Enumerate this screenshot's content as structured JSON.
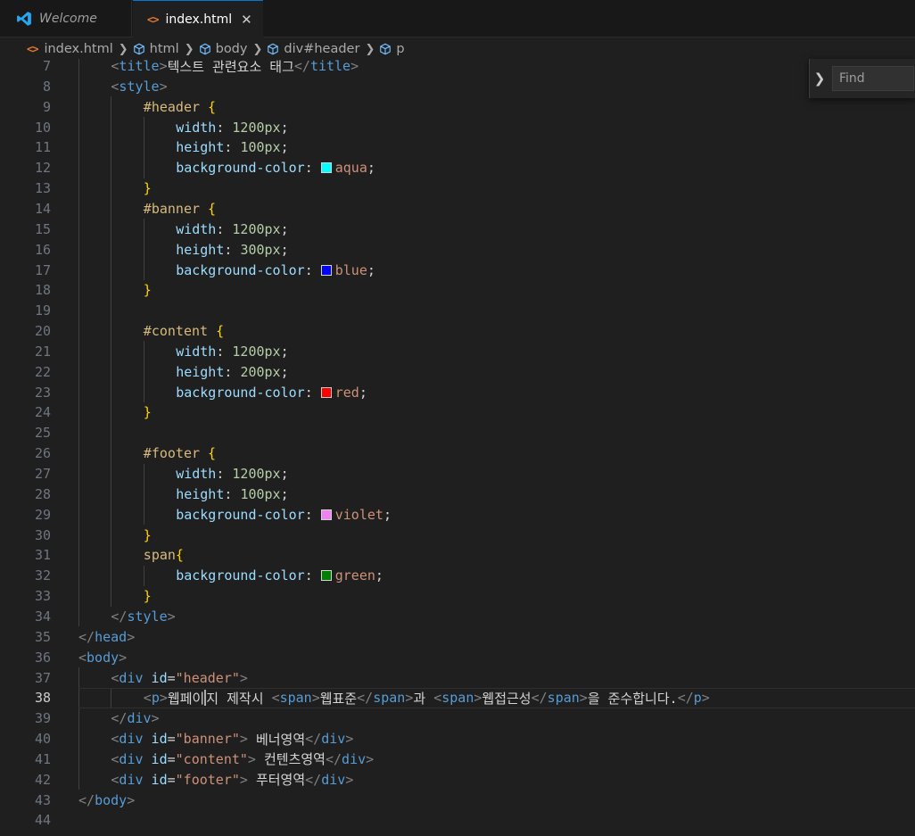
{
  "tabs": [
    {
      "label": "Welcome",
      "active": false
    },
    {
      "label": "index.html",
      "active": true,
      "close": "✕"
    }
  ],
  "breadcrumb": [
    "index.html",
    "html",
    "body",
    "div#header",
    "p"
  ],
  "find": {
    "placeholder": "Find"
  },
  "colors": {
    "accent": "#0078d4",
    "aqua": "#00ffff",
    "blue": "#0000ff",
    "red": "#ff0000",
    "violet": "#ee82ee",
    "green": "#008000"
  },
  "editor": {
    "current_line": 38,
    "lines": [
      {
        "n": 7,
        "indent": 1,
        "tokens": [
          [
            "t-br",
            "<"
          ],
          [
            "t-tag",
            "title"
          ],
          [
            "t-br",
            ">"
          ],
          [
            "t-txt",
            "텍스트 관련요소 태그"
          ],
          [
            "t-br",
            "</"
          ],
          [
            "t-tag",
            "title"
          ],
          [
            "t-br",
            ">"
          ]
        ]
      },
      {
        "n": 8,
        "indent": 1,
        "tokens": [
          [
            "t-br",
            "<"
          ],
          [
            "t-tag",
            "style"
          ],
          [
            "t-br",
            ">"
          ]
        ]
      },
      {
        "n": 9,
        "indent": 2,
        "tokens": [
          [
            "t-sel",
            "#header"
          ],
          [
            "t-punc",
            " "
          ],
          [
            "t-brace",
            "{"
          ]
        ]
      },
      {
        "n": 10,
        "indent": 3,
        "tokens": [
          [
            "t-prop",
            "width"
          ],
          [
            "t-punc",
            ": "
          ],
          [
            "t-num",
            "1200px"
          ],
          [
            "t-punc",
            ";"
          ]
        ]
      },
      {
        "n": 11,
        "indent": 3,
        "tokens": [
          [
            "t-prop",
            "height"
          ],
          [
            "t-punc",
            ": "
          ],
          [
            "t-num",
            "100px"
          ],
          [
            "t-punc",
            ";"
          ]
        ]
      },
      {
        "n": 12,
        "indent": 3,
        "tokens": [
          [
            "t-prop",
            "background-color"
          ],
          [
            "t-punc",
            ": "
          ],
          [
            "swatch",
            "aqua"
          ],
          [
            "t-val",
            "aqua"
          ],
          [
            "t-punc",
            ";"
          ]
        ]
      },
      {
        "n": 13,
        "indent": 2,
        "tokens": [
          [
            "t-brace",
            "}"
          ]
        ]
      },
      {
        "n": 14,
        "indent": 2,
        "tokens": [
          [
            "t-sel",
            "#banner"
          ],
          [
            "t-punc",
            " "
          ],
          [
            "t-brace",
            "{"
          ]
        ]
      },
      {
        "n": 15,
        "indent": 3,
        "tokens": [
          [
            "t-prop",
            "width"
          ],
          [
            "t-punc",
            ": "
          ],
          [
            "t-num",
            "1200px"
          ],
          [
            "t-punc",
            ";"
          ]
        ]
      },
      {
        "n": 16,
        "indent": 3,
        "tokens": [
          [
            "t-prop",
            "height"
          ],
          [
            "t-punc",
            ": "
          ],
          [
            "t-num",
            "300px"
          ],
          [
            "t-punc",
            ";"
          ]
        ]
      },
      {
        "n": 17,
        "indent": 3,
        "tokens": [
          [
            "t-prop",
            "background-color"
          ],
          [
            "t-punc",
            ": "
          ],
          [
            "swatch",
            "blue"
          ],
          [
            "t-val",
            "blue"
          ],
          [
            "t-punc",
            ";"
          ]
        ]
      },
      {
        "n": 18,
        "indent": 2,
        "tokens": [
          [
            "t-brace",
            "}"
          ]
        ]
      },
      {
        "n": 19,
        "indent": 2,
        "tokens": []
      },
      {
        "n": 20,
        "indent": 2,
        "tokens": [
          [
            "t-sel",
            "#content"
          ],
          [
            "t-punc",
            " "
          ],
          [
            "t-brace",
            "{"
          ]
        ]
      },
      {
        "n": 21,
        "indent": 3,
        "tokens": [
          [
            "t-prop",
            "width"
          ],
          [
            "t-punc",
            ": "
          ],
          [
            "t-num",
            "1200px"
          ],
          [
            "t-punc",
            ";"
          ]
        ]
      },
      {
        "n": 22,
        "indent": 3,
        "tokens": [
          [
            "t-prop",
            "height"
          ],
          [
            "t-punc",
            ": "
          ],
          [
            "t-num",
            "200px"
          ],
          [
            "t-punc",
            ";"
          ]
        ]
      },
      {
        "n": 23,
        "indent": 3,
        "tokens": [
          [
            "t-prop",
            "background-color"
          ],
          [
            "t-punc",
            ": "
          ],
          [
            "swatch",
            "red"
          ],
          [
            "t-val",
            "red"
          ],
          [
            "t-punc",
            ";"
          ]
        ]
      },
      {
        "n": 24,
        "indent": 2,
        "tokens": [
          [
            "t-brace",
            "}"
          ]
        ]
      },
      {
        "n": 25,
        "indent": 2,
        "tokens": []
      },
      {
        "n": 26,
        "indent": 2,
        "tokens": [
          [
            "t-sel",
            "#footer"
          ],
          [
            "t-punc",
            " "
          ],
          [
            "t-brace",
            "{"
          ]
        ]
      },
      {
        "n": 27,
        "indent": 3,
        "tokens": [
          [
            "t-prop",
            "width"
          ],
          [
            "t-punc",
            ": "
          ],
          [
            "t-num",
            "1200px"
          ],
          [
            "t-punc",
            ";"
          ]
        ]
      },
      {
        "n": 28,
        "indent": 3,
        "tokens": [
          [
            "t-prop",
            "height"
          ],
          [
            "t-punc",
            ": "
          ],
          [
            "t-num",
            "100px"
          ],
          [
            "t-punc",
            ";"
          ]
        ]
      },
      {
        "n": 29,
        "indent": 3,
        "tokens": [
          [
            "t-prop",
            "background-color"
          ],
          [
            "t-punc",
            ": "
          ],
          [
            "swatch",
            "violet"
          ],
          [
            "t-val",
            "violet"
          ],
          [
            "t-punc",
            ";"
          ]
        ]
      },
      {
        "n": 30,
        "indent": 2,
        "tokens": [
          [
            "t-brace",
            "}"
          ]
        ]
      },
      {
        "n": 31,
        "indent": 2,
        "tokens": [
          [
            "t-sel",
            "span"
          ],
          [
            "t-brace",
            "{"
          ]
        ]
      },
      {
        "n": 32,
        "indent": 3,
        "tokens": [
          [
            "t-prop",
            "background-color"
          ],
          [
            "t-punc",
            ": "
          ],
          [
            "swatch",
            "green"
          ],
          [
            "t-val",
            "green"
          ],
          [
            "t-punc",
            ";"
          ]
        ]
      },
      {
        "n": 33,
        "indent": 2,
        "tokens": [
          [
            "t-brace",
            "}"
          ]
        ]
      },
      {
        "n": 34,
        "indent": 1,
        "tokens": [
          [
            "t-br",
            "</"
          ],
          [
            "t-tag",
            "style"
          ],
          [
            "t-br",
            ">"
          ]
        ]
      },
      {
        "n": 35,
        "indent": 0,
        "tokens": [
          [
            "t-br",
            "</"
          ],
          [
            "t-tag",
            "head"
          ],
          [
            "t-br",
            ">"
          ]
        ]
      },
      {
        "n": 36,
        "indent": 0,
        "tokens": [
          [
            "t-br",
            "<"
          ],
          [
            "t-tag",
            "body"
          ],
          [
            "t-br",
            ">"
          ]
        ]
      },
      {
        "n": 37,
        "indent": 1,
        "tokens": [
          [
            "t-br",
            "<"
          ],
          [
            "t-tag",
            "div"
          ],
          [
            "t-txt",
            " "
          ],
          [
            "t-attr",
            "id"
          ],
          [
            "t-txt",
            "="
          ],
          [
            "t-str",
            "\"header\""
          ],
          [
            "t-br",
            ">"
          ]
        ]
      },
      {
        "n": 38,
        "indent": 2,
        "tokens": [
          [
            "t-br",
            "<"
          ],
          [
            "t-tag",
            "p"
          ],
          [
            "t-br",
            ">"
          ],
          [
            "t-txt",
            "웹페이"
          ],
          [
            "cursor",
            ""
          ],
          [
            "t-txt",
            "지 제작시 "
          ],
          [
            "t-br",
            "<"
          ],
          [
            "t-tag",
            "span"
          ],
          [
            "t-br",
            ">"
          ],
          [
            "t-txt",
            "웹표준"
          ],
          [
            "t-br",
            "</"
          ],
          [
            "t-tag",
            "span"
          ],
          [
            "t-br",
            ">"
          ],
          [
            "t-txt",
            "과 "
          ],
          [
            "t-br",
            "<"
          ],
          [
            "t-tag",
            "span"
          ],
          [
            "t-br",
            ">"
          ],
          [
            "t-txt",
            "웹접근성"
          ],
          [
            "t-br",
            "</"
          ],
          [
            "t-tag",
            "span"
          ],
          [
            "t-br",
            ">"
          ],
          [
            "t-txt",
            "을 준수합니다."
          ],
          [
            "t-br",
            "</"
          ],
          [
            "t-tag",
            "p"
          ],
          [
            "t-br",
            ">"
          ]
        ]
      },
      {
        "n": 39,
        "indent": 1,
        "tokens": [
          [
            "t-br",
            "</"
          ],
          [
            "t-tag",
            "div"
          ],
          [
            "t-br",
            ">"
          ]
        ]
      },
      {
        "n": 40,
        "indent": 1,
        "tokens": [
          [
            "t-br",
            "<"
          ],
          [
            "t-tag",
            "div"
          ],
          [
            "t-txt",
            " "
          ],
          [
            "t-attr",
            "id"
          ],
          [
            "t-txt",
            "="
          ],
          [
            "t-str",
            "\"banner\""
          ],
          [
            "t-br",
            ">"
          ],
          [
            "t-txt",
            " 베너영역"
          ],
          [
            "t-br",
            "</"
          ],
          [
            "t-tag",
            "div"
          ],
          [
            "t-br",
            ">"
          ]
        ]
      },
      {
        "n": 41,
        "indent": 1,
        "tokens": [
          [
            "t-br",
            "<"
          ],
          [
            "t-tag",
            "div"
          ],
          [
            "t-txt",
            " "
          ],
          [
            "t-attr",
            "id"
          ],
          [
            "t-txt",
            "="
          ],
          [
            "t-str",
            "\"content\""
          ],
          [
            "t-br",
            ">"
          ],
          [
            "t-txt",
            " 컨텐츠영역"
          ],
          [
            "t-br",
            "</"
          ],
          [
            "t-tag",
            "div"
          ],
          [
            "t-br",
            ">"
          ]
        ]
      },
      {
        "n": 42,
        "indent": 1,
        "tokens": [
          [
            "t-br",
            "<"
          ],
          [
            "t-tag",
            "div"
          ],
          [
            "t-txt",
            " "
          ],
          [
            "t-attr",
            "id"
          ],
          [
            "t-txt",
            "="
          ],
          [
            "t-str",
            "\"footer\""
          ],
          [
            "t-br",
            ">"
          ],
          [
            "t-txt",
            " 푸터영역"
          ],
          [
            "t-br",
            "</"
          ],
          [
            "t-tag",
            "div"
          ],
          [
            "t-br",
            ">"
          ]
        ]
      },
      {
        "n": 43,
        "indent": 0,
        "tokens": [
          [
            "t-br",
            "</"
          ],
          [
            "t-tag",
            "body"
          ],
          [
            "t-br",
            ">"
          ]
        ]
      },
      {
        "n": 44,
        "indent": 0,
        "tokens": []
      }
    ]
  }
}
